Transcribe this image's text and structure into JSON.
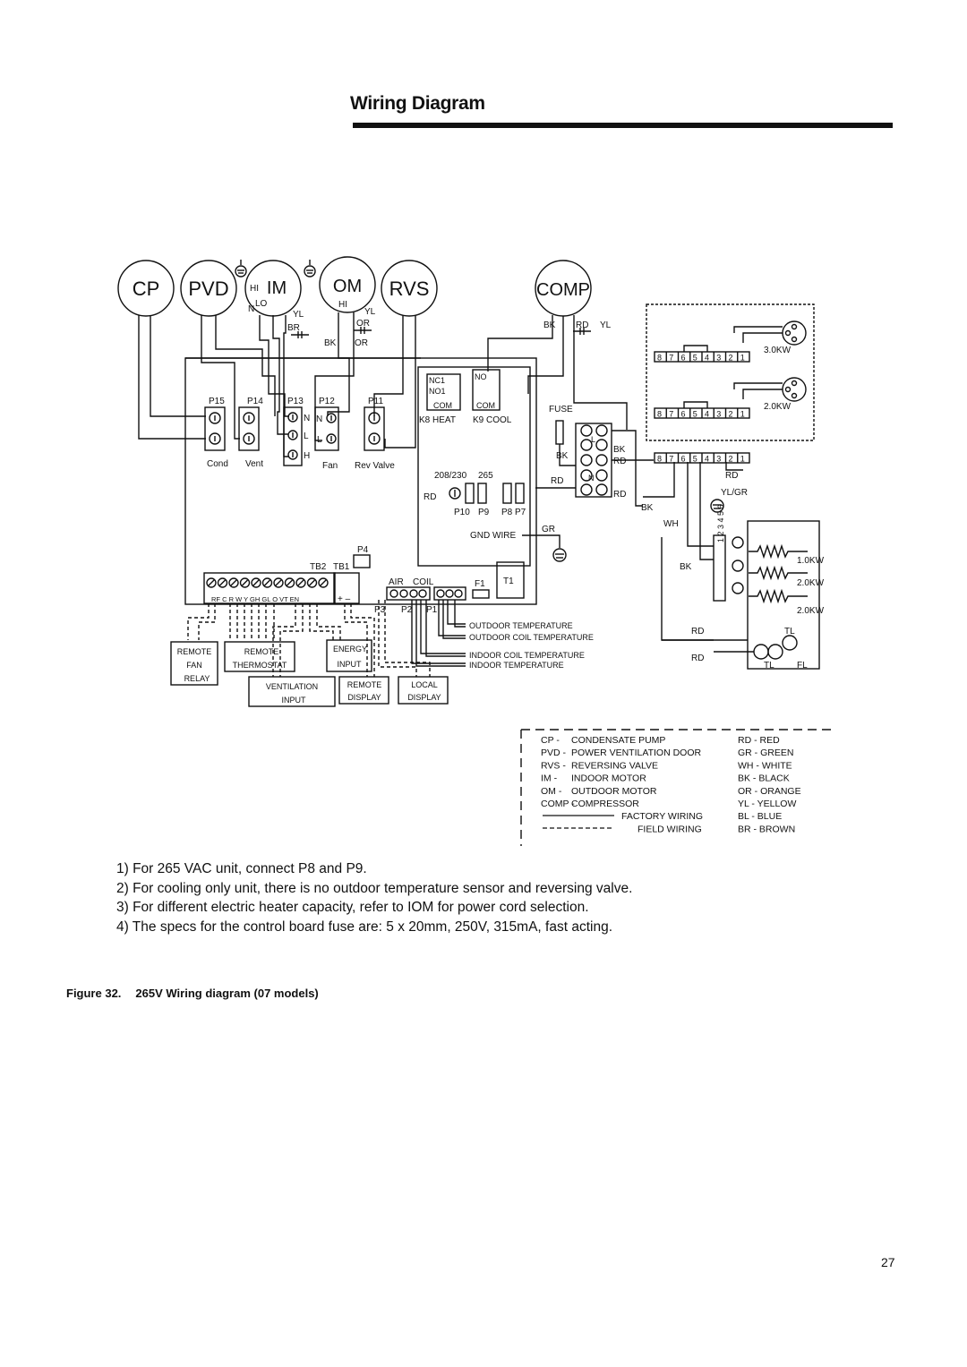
{
  "page": {
    "title": "Wiring Diagram",
    "page_number": "27"
  },
  "components": {
    "cp": "CP",
    "pvd": "PVD",
    "im": "IM",
    "om": "OM",
    "rvs": "RVS",
    "comp": "COMP",
    "im_hi": "HI",
    "im_lo": "LO",
    "im_n": "N",
    "om_hi": "HI"
  },
  "wire_labels": {
    "yl_im": "YL",
    "br": "BR",
    "yl_om": "YL",
    "or_om": "OR",
    "bk_om": "BK",
    "or_om2": "OR",
    "bk_comp": "BK",
    "rd_comp": "RD",
    "yl_comp": "YL"
  },
  "board": {
    "p15": "P15",
    "p14": "P14",
    "p13": "P13",
    "p12": "P12",
    "p11": "P11",
    "n1": "N",
    "l1": "L",
    "h1": "H",
    "n2": "N",
    "l2": "L",
    "cond": "Cond",
    "vent": "Vent",
    "fan": "Fan",
    "rev_valve": "Rev Valve",
    "nc1": "NC1",
    "no1": "NO1",
    "no": "NO",
    "com1": "COM",
    "com2": "COM",
    "k8": "K8  HEAT",
    "k9": "K9  COOL",
    "v208": "208/230",
    "v265": "265",
    "rd": "RD",
    "p10": "P10",
    "p9": "P9",
    "p8p7": "P8 P7",
    "fuse": "FUSE",
    "bk_fuse": "BK",
    "rd_fuse": "RD",
    "bk_block": "BK",
    "rd_block1": "RD",
    "rd_block2": "RD",
    "l_block": "L",
    "n_block": "N",
    "gr": "GR",
    "gnd_wire": "GND WIRE",
    "p4": "P4",
    "tb2": "TB2",
    "tb1": "TB1",
    "tb2_terms": "RF C R W Y GH GL O VT EN",
    "tb1_terms": "+ –",
    "air": "AIR",
    "coil": "COIL",
    "f1": "F1",
    "t1": "T1",
    "p3": "P3",
    "p2": "P2",
    "p1": "P1"
  },
  "sensors": [
    "OUTDOOR TEMPERATURE",
    "OUTDOOR COIL TEMPERATURE",
    "INDOOR COIL TEMPERATURE",
    "INDOOR TEMPERATURE"
  ],
  "field_boxes": {
    "remote_fan_relay": [
      "REMOTE",
      "FAN",
      "RELAY"
    ],
    "remote_thermostat": [
      "REMOTE",
      "THERMOSTAT"
    ],
    "energy_input": [
      "ENERGY",
      "INPUT"
    ],
    "ventilation_input": [
      "VENTILATION",
      "INPUT"
    ],
    "remote_display": [
      "REMOTE",
      "DISPLAY"
    ],
    "local_display": [
      "LOCAL",
      "DISPLAY"
    ]
  },
  "heater": {
    "plug_pins": "8 7 6 5 4 3 2 1",
    "kw_3": "3.0KW",
    "kw_2": "2.0KW",
    "rd": "RD",
    "yl_gr": "YL/GR",
    "bk": "BK",
    "wh": "WH",
    "bk2": "BK",
    "strip_pins": "1 2 3 4 5 6",
    "h1": "1.0KW",
    "h2": "2.0KW",
    "h3": "2.0KW",
    "rd_tl": "RD",
    "tl": "TL",
    "rd_fl": "RD",
    "tl2": "TL",
    "fl": "FL"
  },
  "legend": [
    {
      "abbr": "CP -",
      "meaning": "CONDENSATE PUMP",
      "color": "RD - RED"
    },
    {
      "abbr": "PVD -",
      "meaning": "POWER VENTILATION DOOR",
      "color": "GR - GREEN"
    },
    {
      "abbr": "RVS -",
      "meaning": "REVERSING VALVE",
      "color": "WH - WHITE"
    },
    {
      "abbr": "IM -",
      "meaning": "INDOOR MOTOR",
      "color": "BK - BLACK"
    },
    {
      "abbr": "OM -",
      "meaning": "OUTDOOR MOTOR",
      "color": "OR - ORANGE"
    },
    {
      "abbr": "COMP -",
      "meaning": "COMPRESSOR",
      "color": "YL - YELLOW"
    },
    {
      "abbr": "",
      "meaning": "FACTORY WIRING",
      "color": "BL - BLUE"
    },
    {
      "abbr": "",
      "meaning": "FIELD WIRING",
      "color": "BR - BROWN"
    }
  ],
  "notes": [
    "1)  For 265 VAC unit, connect P8 and P9.",
    "2)  For cooling only unit, there is no outdoor temperature sensor and reversing valve.",
    "3)  For different electric heater capacity, refer to IOM for power cord selection.",
    "4)  The specs for the control board fuse are: 5 x 20mm, 250V, 315mA, fast acting."
  ],
  "caption": {
    "number": "Figure 32.",
    "text": "265V Wiring diagram (07 models)"
  }
}
